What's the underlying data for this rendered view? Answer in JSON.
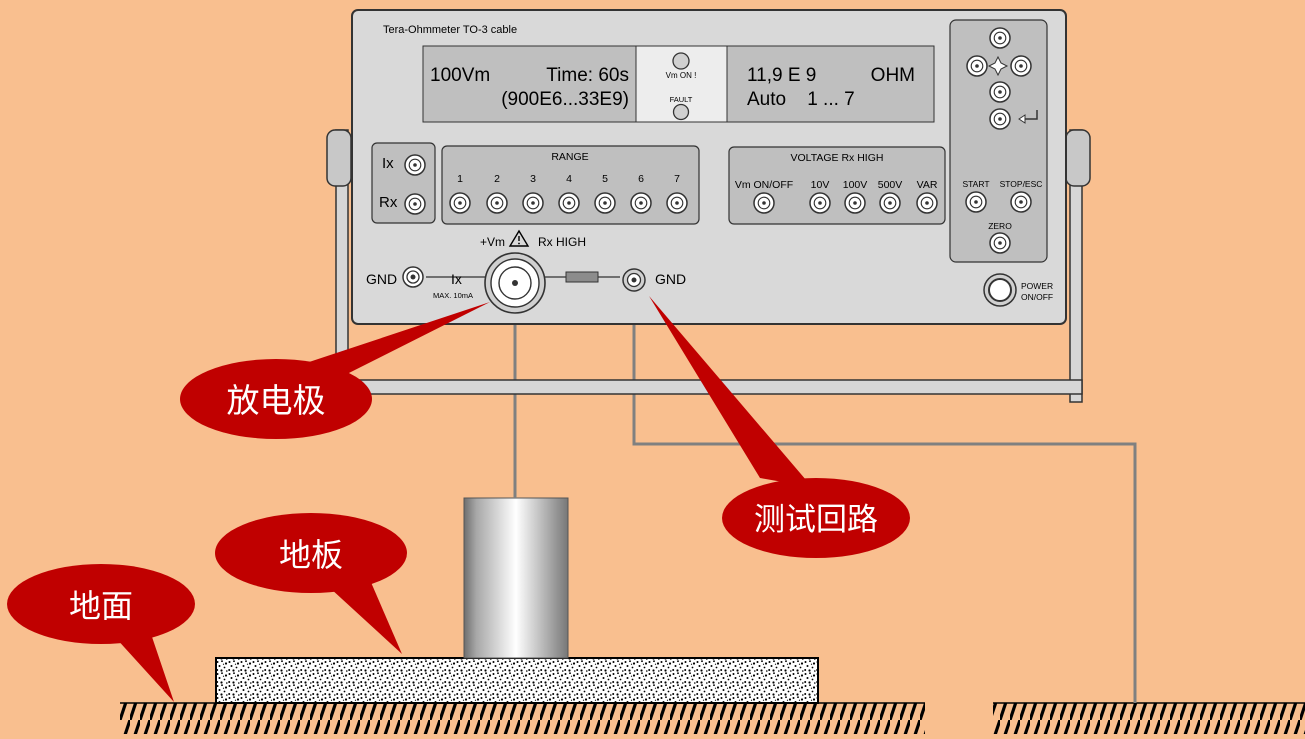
{
  "device": {
    "title": "Tera-Ohmmeter  TO-3 cable",
    "display_left": {
      "line1_left": "100Vm",
      "line1_right": "Time:  60s",
      "line2": "(900E6...33E9)"
    },
    "display_center": {
      "vm_on_label": "Vm ON !",
      "fault_label": "FAULT"
    },
    "display_right": {
      "line1_left": "11,9 E 9",
      "line1_right": "OHM",
      "line2": "Auto    1 ... 7"
    },
    "ix_rx": {
      "ix": "Ix",
      "rx": "Rx"
    },
    "range": {
      "title": "RANGE",
      "items": [
        "1",
        "2",
        "3",
        "4",
        "5",
        "6",
        "7"
      ]
    },
    "voltage": {
      "title": "VOLTAGE Rx HIGH",
      "items": [
        "Vm ON/OFF",
        "10V",
        "100V",
        "500V",
        "VAR"
      ]
    },
    "control": {
      "start": "START",
      "stop": "STOP/ESC",
      "zero": "ZERO"
    },
    "power": {
      "line1": "POWER",
      "line2": "ON/OFF"
    },
    "terminals": {
      "gnd_left": "GND",
      "ix": "Ix",
      "max": "MAX. 10mA",
      "vm_label": "+Vm",
      "rx_high": "Rx HIGH",
      "gnd_right": "GND"
    }
  },
  "callouts": {
    "electrode": "放电极",
    "test_loop": "测试回路",
    "floorboard": "地板",
    "ground": "地面"
  },
  "colors": {
    "background": "#F9BF8F",
    "callout": "#C00000",
    "device_panel": "#D9D9D9",
    "display": "#BFBFBF"
  }
}
